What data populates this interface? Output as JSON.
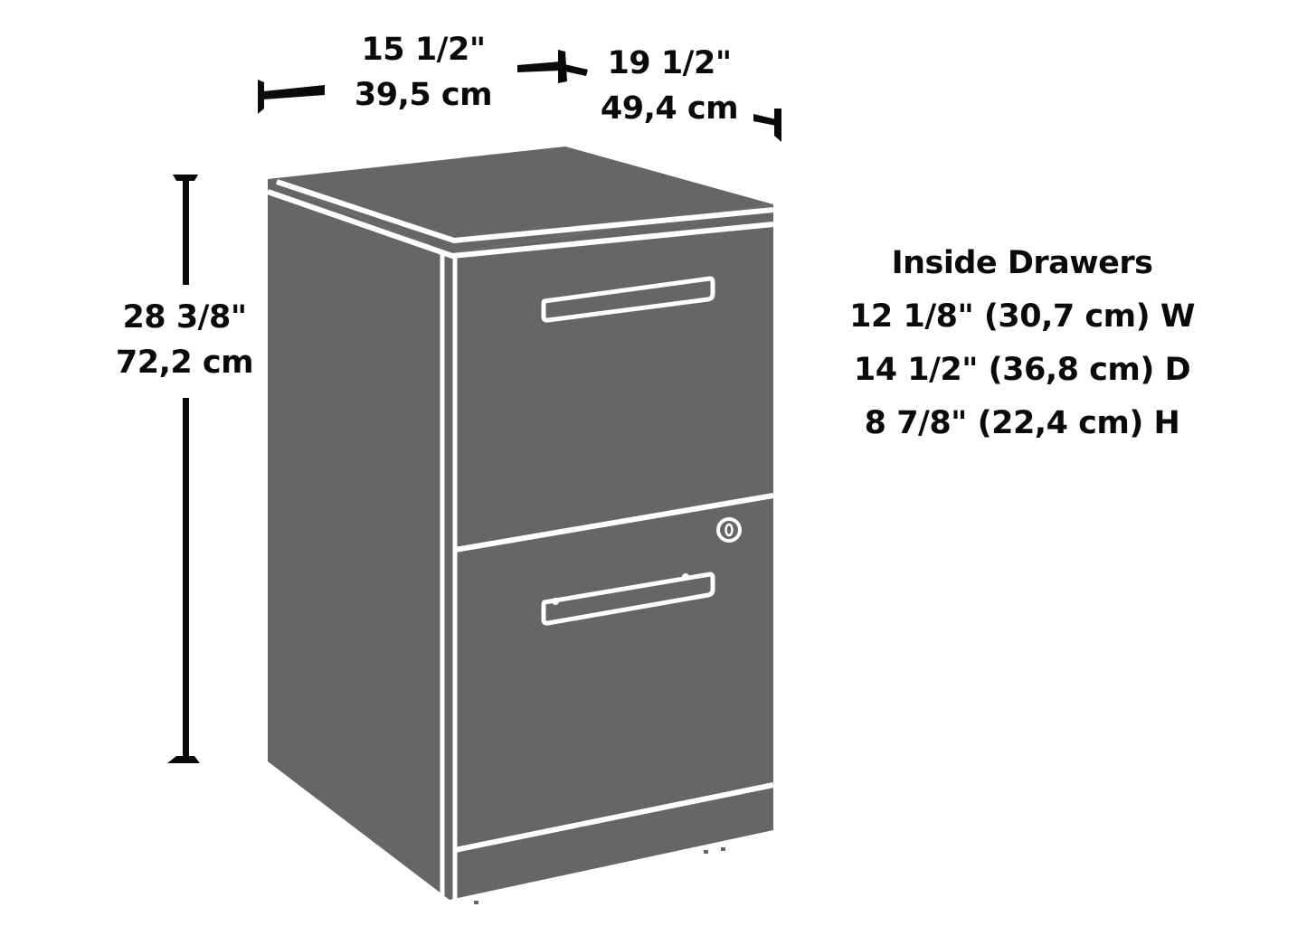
{
  "colors": {
    "background": "#ffffff",
    "cabinet_fill": "#666666",
    "edge_lines": "#ffffff",
    "dimension_lines": "#0a0a0a",
    "text": "#0a0a0a"
  },
  "product": {
    "name": "2-drawer file cabinet",
    "drawers": 2,
    "features": [
      "bar-pull-handle",
      "bar-pull-handle",
      "lock"
    ]
  },
  "dimensions": {
    "width": {
      "imperial": "15 1/2\"",
      "metric": "39,5 cm"
    },
    "depth": {
      "imperial": "19 1/2\"",
      "metric": "49,4 cm"
    },
    "height": {
      "imperial": "28 3/8\"",
      "metric": "72,2 cm"
    }
  },
  "inside_drawers": {
    "title": "Inside Drawers",
    "lines": [
      "12 1/8\" (30,7 cm) W",
      "14 1/2\" (36,8 cm) D",
      "8 7/8\" (22,4 cm) H"
    ]
  }
}
